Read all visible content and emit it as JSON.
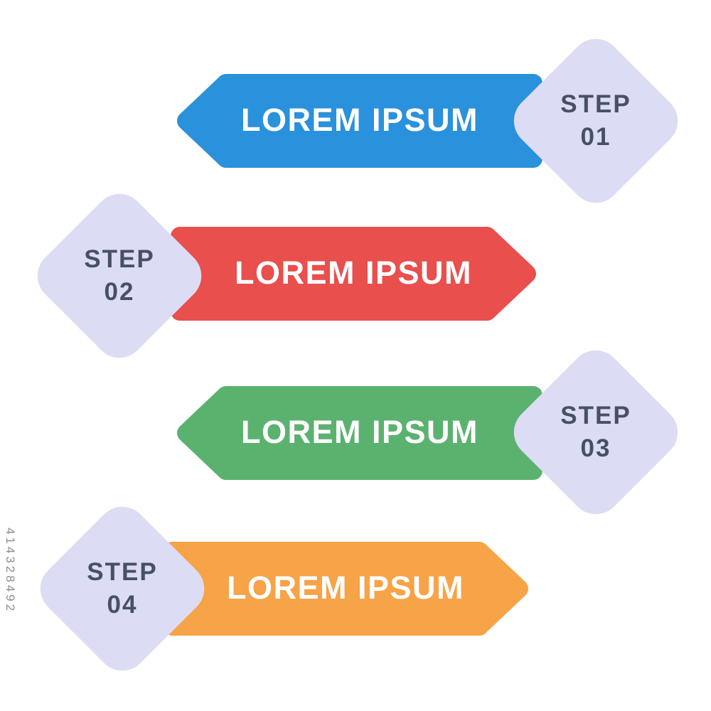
{
  "watermark": {
    "text": "414328492"
  },
  "steps": [
    {
      "title": "LOREM IPSUM",
      "step_word": "STEP",
      "step_number": "01",
      "color": "#2a91dc",
      "point_direction": "left",
      "diamond_side": "right"
    },
    {
      "title": "LOREM IPSUM",
      "step_word": "STEP",
      "step_number": "02",
      "color": "#e84f4d",
      "point_direction": "right",
      "diamond_side": "left"
    },
    {
      "title": "LOREM IPSUM",
      "step_word": "STEP",
      "step_number": "03",
      "color": "#5bb26f",
      "point_direction": "left",
      "diamond_side": "right"
    },
    {
      "title": "LOREM IPSUM",
      "step_word": "STEP",
      "step_number": "04",
      "color": "#f7a348",
      "point_direction": "right",
      "diamond_side": "left"
    }
  ],
  "colors": {
    "diamond_fill": "#dcdcf4",
    "step_text": "#475065",
    "banner_text": "#ffffff",
    "watermark_text": "#8e8e8e",
    "background": "#ffffff"
  }
}
